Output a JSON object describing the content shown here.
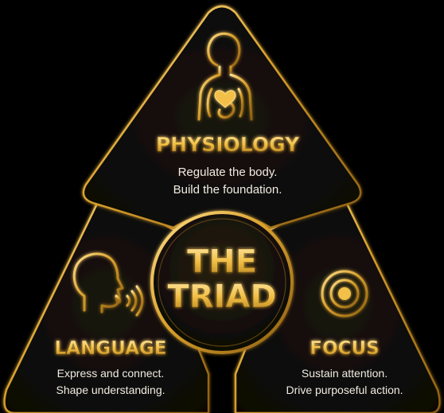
{
  "center": {
    "line1": "THE",
    "line2": "TRIAD"
  },
  "sections": [
    {
      "id": "physiology",
      "title": "PHYSIOLOGY",
      "line1": "Regulate the body.",
      "line2": "Build the foundation.",
      "icon": "human-torso-heart-icon"
    },
    {
      "id": "language",
      "title": "LANGUAGE",
      "line1": "Express and connect.",
      "line2": "Shape understanding.",
      "icon": "speaking-head-icon"
    },
    {
      "id": "focus",
      "title": "FOCUS",
      "line1": "Sustain attention.",
      "line2": "Drive purposeful action.",
      "icon": "target-crosshair-icon"
    }
  ],
  "colors": {
    "gold": "#E8B53A",
    "gold_light": "#FFD86A",
    "gold_dark": "#9A6A14",
    "panel": "#0D0B08",
    "text": "#F1ECE0",
    "background": "#000000"
  }
}
